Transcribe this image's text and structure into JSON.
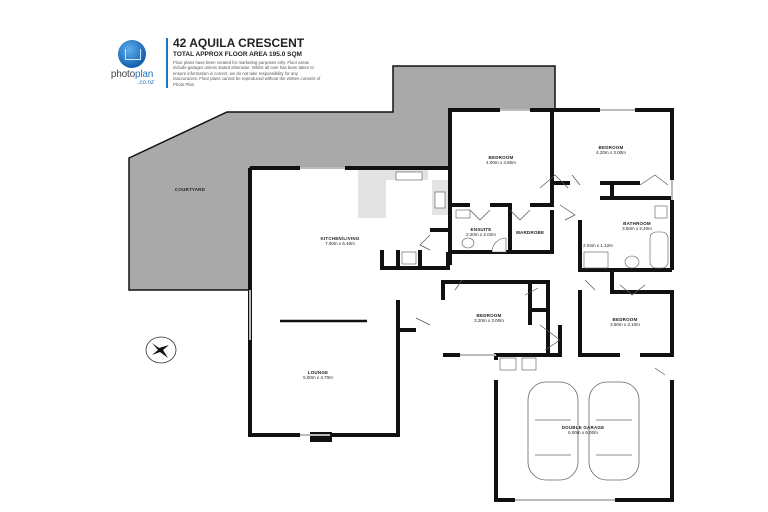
{
  "header": {
    "brand": "photoplan",
    "brand_prefix": "photo",
    "brand_suffix": "plan",
    "brand_domain": ".co.nz",
    "title": "42 AQUILA CRESCENT",
    "subtitle": "TOTAL APPROX FLOOR AREA 195.0 SQM",
    "disclaimer": "Floor plans have been created for marketing purposes only. Floor areas include garages unless stated otherwise. Whilst all care has been taken to ensure information is correct, we do not take responsibility for any inaccuracies. Floor plans cannot be reproduced without the written consent of Photo Plan.",
    "accent_color": "#1f73c4"
  },
  "rooms": [
    {
      "name": "COURTYARD",
      "dims": ""
    },
    {
      "name": "KITCHEN/LIVING",
      "dims": "7.00m x 6.40m"
    },
    {
      "name": "BEDROOM",
      "dims": "4.00m x 3.60m"
    },
    {
      "name": "BEDROOM",
      "dims": "4.20m x 3.00m"
    },
    {
      "name": "ENSUITE",
      "dims": "2.20m x 2.02m"
    },
    {
      "name": "WARDROBE",
      "dims": ""
    },
    {
      "name": "BATHROOM",
      "dims": "3.50m x 2.40m"
    },
    {
      "name": "",
      "dims": "2.04m x 1.12m"
    },
    {
      "name": "BEDROOM",
      "dims": "3.20m x 3.00m"
    },
    {
      "name": "BEDROOM",
      "dims": "3.50m x 3.10m"
    },
    {
      "name": "LOUNGE",
      "dims": "5.00m x 4.70m"
    },
    {
      "name": "DOUBLE GARAGE",
      "dims": "6.00m x 6.00m"
    }
  ],
  "compass": {
    "icon": "compass-rose-icon"
  },
  "colors": {
    "outdoor": "#a9a9a9",
    "wall": "#111111",
    "kitchen_bench": "#e3e3e3"
  }
}
